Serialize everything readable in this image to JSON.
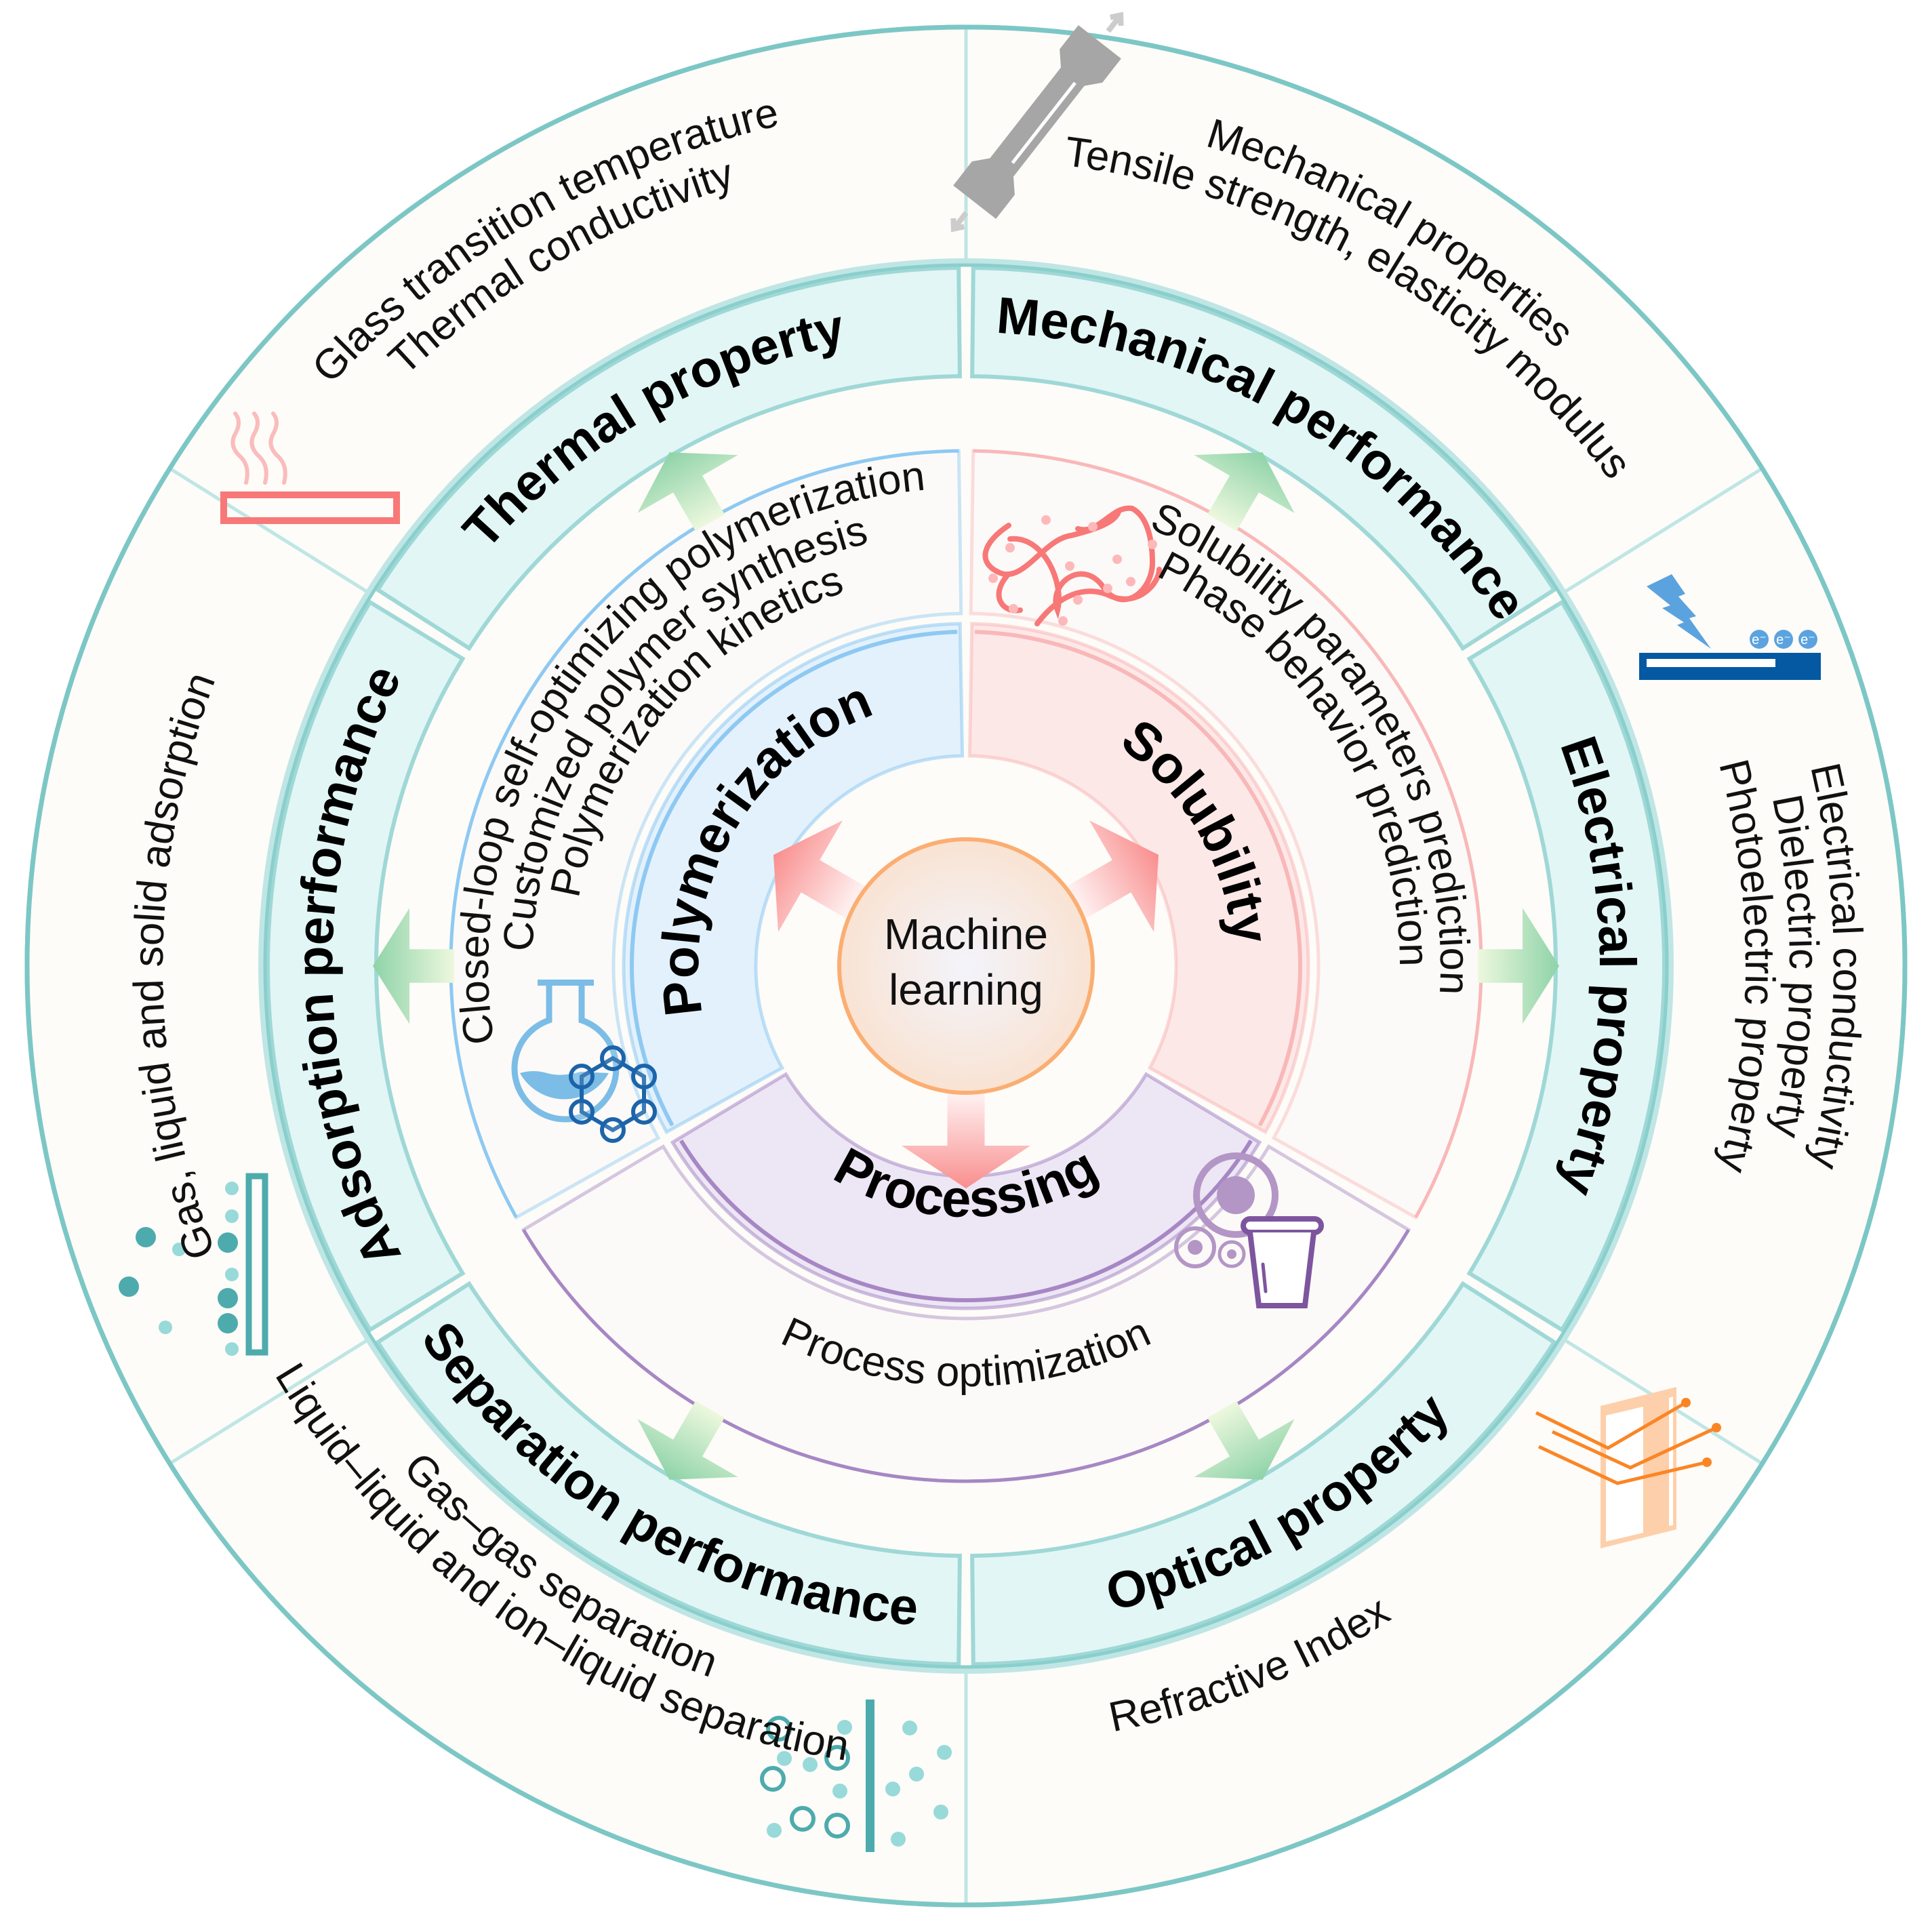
{
  "center": {
    "lines": [
      "Machine",
      "learning"
    ],
    "fill_color": "#F8E8DF",
    "stroke_color": "#FBAE72"
  },
  "core_ring": [
    {
      "id": "polymerization",
      "label": "Polymerization",
      "fill": "#E3F1FC",
      "stroke": "#8EC9F2",
      "details": [
        "Closed-loop self-optimizing polymerization",
        "Customized polymer synthesis",
        "Polymerization kinetics"
      ],
      "icon": "flask-molecule-icon"
    },
    {
      "id": "solubility",
      "label": "Solubility",
      "fill": "#FDE8E8",
      "stroke": "#F9B8B8",
      "details": [
        "Solubility parameters prediction",
        "Phase behavior prediction"
      ],
      "icon": "polymer-chain-icon"
    },
    {
      "id": "processing",
      "label": "Processing",
      "fill": "#EDE6F5",
      "stroke": "#A687C4",
      "details": [
        "Process optimization"
      ],
      "icon": "cells-beaker-icon"
    }
  ],
  "property_band": {
    "fill": "#E1F6F5",
    "stroke": "#9FD8D6",
    "segments": [
      {
        "id": "thermal",
        "label": "Thermal property"
      },
      {
        "id": "mechanical",
        "label": "Mechanical performance"
      },
      {
        "id": "electrical",
        "label": "Electrical property"
      },
      {
        "id": "optical",
        "label": "Optical property"
      },
      {
        "id": "separation",
        "label": "Separation performance"
      },
      {
        "id": "adsorption",
        "label": "Adsorption performance"
      }
    ]
  },
  "outer_ring": {
    "fill": "#FDFCF8",
    "stroke": "#6DBDBB",
    "sectors": [
      {
        "id": "thermal",
        "lines": [
          "Glass transition temperature",
          "Thermal conductivity"
        ],
        "icon": "heat-plate-icon"
      },
      {
        "id": "mechanical",
        "lines": [
          "Mechanical properties",
          "Tensile strength, elasticity modulus"
        ],
        "icon": "tensile-specimen-icon"
      },
      {
        "id": "electrical",
        "lines": [
          "Electrical conductivity",
          "Dielectric property",
          "Photoelectric property"
        ],
        "icon": "lightning-electron-icon"
      },
      {
        "id": "optical",
        "lines": [
          "Refractive Index"
        ],
        "icon": "light-refraction-icon"
      },
      {
        "id": "separation",
        "lines": [
          "Gas–gas separation",
          "Liquid–liquid and ion–liquid separation"
        ],
        "icon": "membrane-separation-icon"
      },
      {
        "id": "adsorption",
        "lines": [
          "Gas, liquid and solid adsorption"
        ],
        "icon": "surface-adsorption-icon"
      }
    ]
  },
  "arrows": {
    "inner_color": "#F98E8E",
    "outer_color": "#8ED3A8"
  },
  "icons": {
    "electron_label": "e⁻"
  }
}
